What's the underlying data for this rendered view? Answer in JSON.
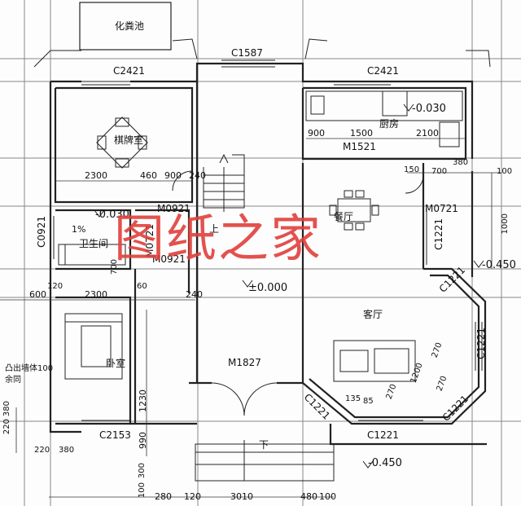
{
  "rooms": {
    "septic_tank": "化粪池",
    "mahjong_room": "棋牌室",
    "kitchen": "厨房",
    "dining_room": "餐厅",
    "living_room": "客厅",
    "bathroom": "卫生间",
    "bedroom": "卧室",
    "up_stairs": "上",
    "down_steps": "下"
  },
  "codes": {
    "c1587": "C1587",
    "c2421_left": "C2421",
    "c2421_right": "C2421",
    "m1521": "M1521",
    "m0921_a": "M0921",
    "m0921_b": "M0921",
    "m0721": "M0721",
    "m0721_v": "M0721",
    "c0921": "C0921",
    "c1221_a": "C1221",
    "c1221_b": "C1221",
    "c1221_c": "C1221",
    "c1221_d": "C1221",
    "c1221_e": "C1221",
    "c1221_f": "C1221",
    "c2153": "C2153",
    "m1827": "M1827"
  },
  "levels": {
    "kitchen": "-0.030",
    "bathroom": "-0.030",
    "main": "±0.000",
    "right": "-0.450",
    "bottom": "-0.450"
  },
  "slope": "1%",
  "dims": {
    "k900": "900",
    "k1500": "1500",
    "k2100": "2100",
    "m2300": "2300",
    "m460": "460",
    "m900": "900",
    "m240": "240",
    "r150": "150",
    "r700": "700",
    "r380": "380",
    "r100": "100",
    "r1000": "1000",
    "b600": "600",
    "b120": "120",
    "b2300": "2300",
    "b60": "60",
    "b240": "240",
    "v700": "700",
    "v1230": "1230",
    "v990": "990",
    "l380": "380",
    "l220": "220",
    "b220": "220",
    "b380": "380",
    "v100": "100",
    "v300": "300",
    "f280": "280",
    "f120": "120",
    "f3010": "3010",
    "f480": "480",
    "f100": "100",
    "bay270a": "270",
    "bay270b": "270",
    "bay1200": "1200",
    "bay1351": "135",
    "bay852": "85",
    "bay270c": "270"
  },
  "notes": {
    "protrude": "凸出墙体100",
    "protrude2": "余同"
  },
  "watermark": "图纸之家"
}
